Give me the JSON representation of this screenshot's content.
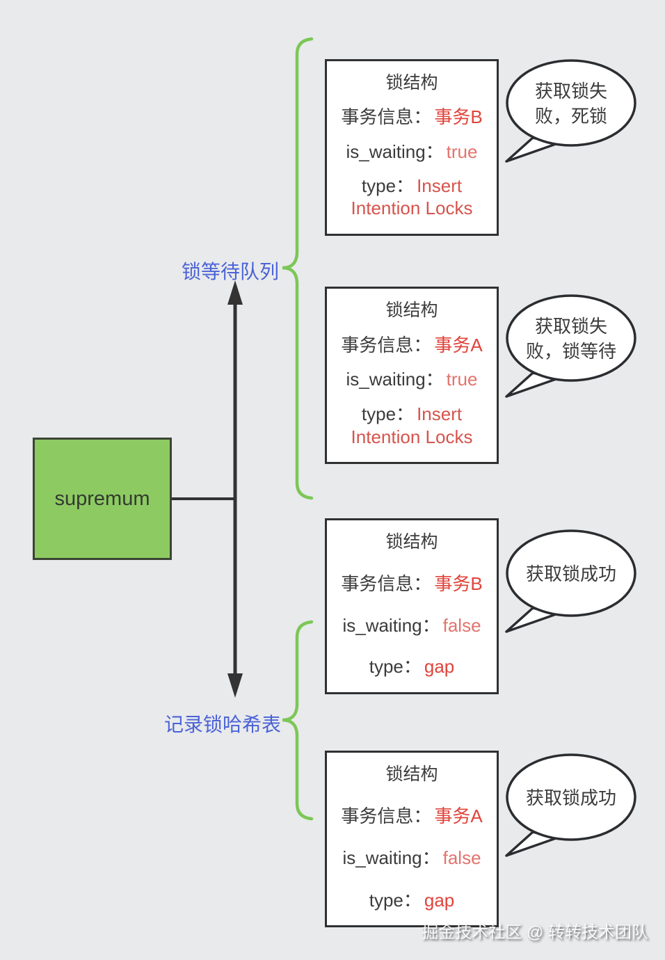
{
  "colors": {
    "bg": "#e9eaec",
    "text-dark": "#3b3b3b",
    "red-strong": "#e0443b",
    "red-med": "#d6534c",
    "red-light": "#e4736d",
    "blue-label": "#4b63d6",
    "green-fill": "#8dcb62",
    "brace-green": "#7cc757",
    "arrow-dark": "#333333",
    "box-border": "#2f3032"
  },
  "supremum": {
    "label": "supremum"
  },
  "queue_label": "锁等待队列",
  "hash_label": "记录锁哈希表",
  "watermark": "掘金技术社区 @ 转转技术团队",
  "boxes": [
    {
      "title": "锁结构",
      "txn_label": "事务信息：",
      "txn_value": "事务B",
      "txn_color": "red-strong",
      "waiting_label": "is_waiting：",
      "waiting_value": "true",
      "waiting_color": "red-light",
      "type_label": "type：",
      "type_value": "Insert Intention Locks",
      "type_color": "red-med",
      "bubble_line1": "获取锁失",
      "bubble_line2": "败，死锁"
    },
    {
      "title": "锁结构",
      "txn_label": "事务信息：",
      "txn_value": "事务A",
      "txn_color": "red-strong",
      "waiting_label": "is_waiting：",
      "waiting_value": "true",
      "waiting_color": "red-light",
      "type_label": "type：",
      "type_value": "Insert Intention Locks",
      "type_color": "red-med",
      "bubble_line1": "获取锁失",
      "bubble_line2": "败，锁等待"
    },
    {
      "title": "锁结构",
      "txn_label": "事务信息：",
      "txn_value": "事务B",
      "txn_color": "red-strong",
      "waiting_label": "is_waiting：",
      "waiting_value": "false",
      "waiting_color": "red-light",
      "type_label": "type：",
      "type_value": "gap",
      "type_color": "red-strong",
      "bubble_line1": "获取锁成功"
    },
    {
      "title": "锁结构",
      "txn_label": "事务信息：",
      "txn_value": "事务A",
      "txn_color": "red-strong",
      "waiting_label": "is_waiting：",
      "waiting_value": "false",
      "waiting_color": "red-light",
      "type_label": "type：",
      "type_value": "gap",
      "type_color": "red-strong",
      "bubble_line1": "获取锁成功"
    }
  ]
}
